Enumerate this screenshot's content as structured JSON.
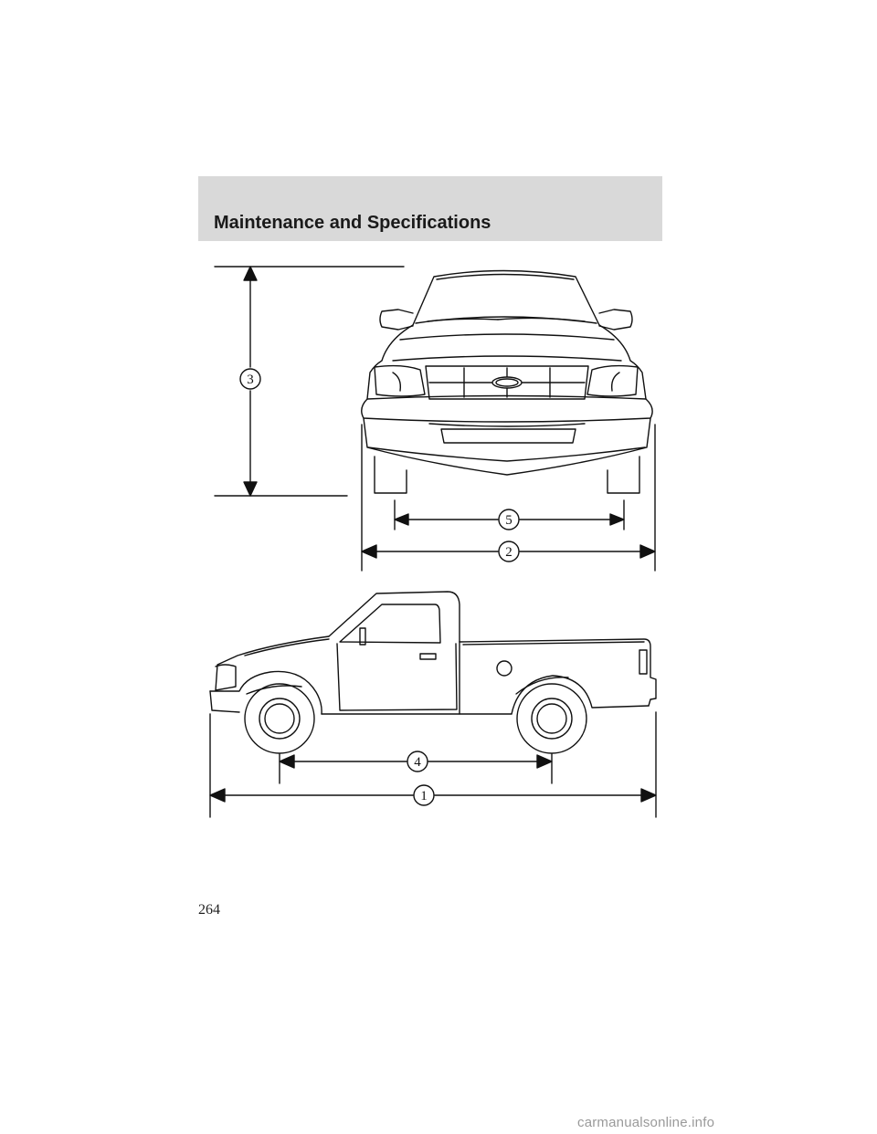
{
  "header": {
    "title": "Maintenance and Specifications"
  },
  "callouts": {
    "one": "1",
    "two": "2",
    "three": "3",
    "four": "4",
    "five": "5"
  },
  "footer": {
    "page_number": "264",
    "watermark": "carmanualsonline.info"
  }
}
